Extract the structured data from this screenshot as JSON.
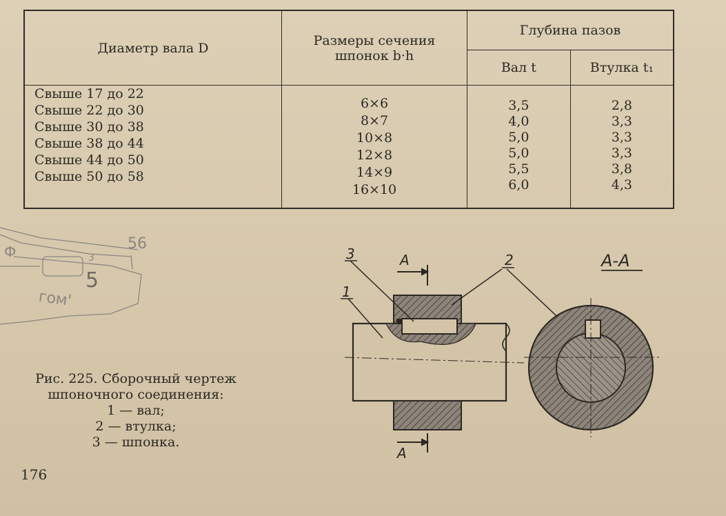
{
  "table": {
    "header": {
      "diameter": "Диаметр вала D",
      "section_line1": "Размеры сечения",
      "section_line2": "шпонок b·h",
      "depth": "Глубина пазов",
      "shaft": "Вал t",
      "hub": "Втулка t₁"
    },
    "diameters": [
      "Свыше 17 до 22",
      "Свыше 22 до 30",
      "Свыше 30 до 38",
      "Свыше 38 до 44",
      "Свыше 44 до 50",
      "Свыше 50 до 58"
    ],
    "sections": [
      "6×6",
      "8×7",
      "10×8",
      "12×8",
      "14×9",
      "16×10"
    ],
    "shaft_depth": [
      "3,5",
      "4,0",
      "5,0",
      "5,0",
      "5,5",
      "6,0"
    ],
    "hub_depth": [
      "2,8",
      "3,3",
      "3,3",
      "3,3",
      "3,8",
      "4,3"
    ]
  },
  "caption": {
    "title": "Рис. 225. Сборочный чертеж шпоночного соединения:",
    "items": [
      "1 — вал;",
      "2 — втулка;",
      "3 — шпонка."
    ]
  },
  "figure": {
    "label_1": "1",
    "label_2": "2",
    "label_3": "3",
    "section_a_top": "A",
    "section_a_bottom": "A",
    "section_title": "A-A"
  },
  "sketch": {
    "text_top": "56",
    "text_left": "Ф",
    "text_3": "3",
    "text_5": "5",
    "text_bottom": "гом'"
  },
  "page_number": "176"
}
